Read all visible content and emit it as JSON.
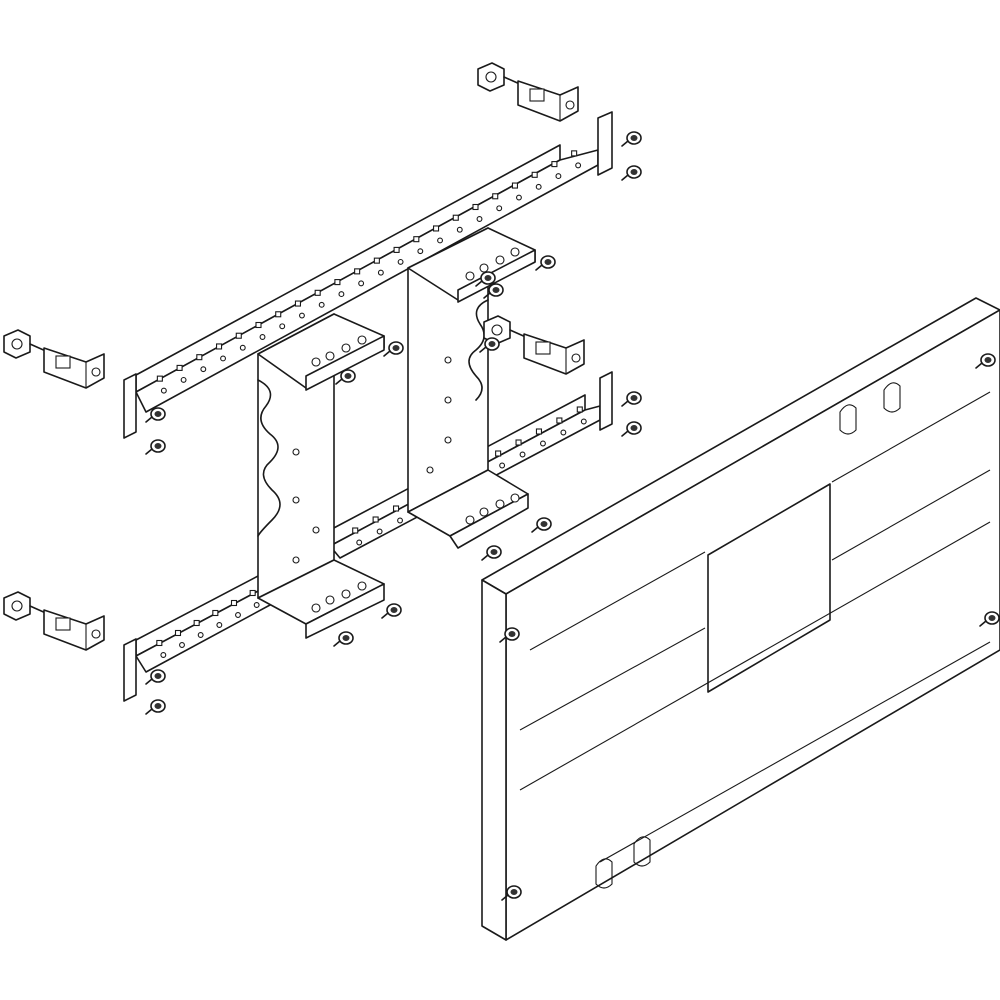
{
  "colors": {
    "stroke": "#1a1a1a",
    "background": "#ffffff",
    "screw": "#333333"
  },
  "parts": {
    "rails": [
      {
        "name": "rail-top"
      },
      {
        "name": "rail-middle"
      },
      {
        "name": "rail-bottom"
      }
    ],
    "brackets": [
      {
        "name": "bracket-left"
      },
      {
        "name": "bracket-right"
      }
    ],
    "clamps": [
      {
        "name": "clamp-top-right"
      },
      {
        "name": "clamp-middle-right"
      },
      {
        "name": "clamp-left-upper"
      },
      {
        "name": "clamp-left-lower"
      }
    ],
    "cover": {
      "name": "front-cover-panel"
    },
    "screw_count": 22
  }
}
